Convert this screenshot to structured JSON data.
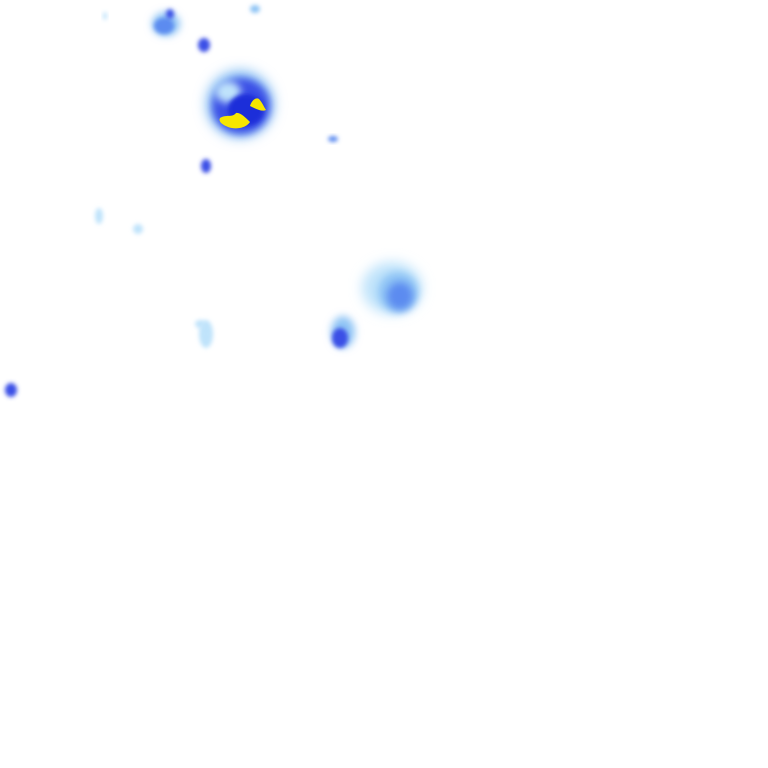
{
  "map": {
    "type": "precipitation-radar-overlay",
    "background": "#ffffff",
    "intensity_colors": {
      "very_light": "#bfe3fb",
      "light": "#8fc4f5",
      "moderate_light": "#5c8bf0",
      "moderate": "#3b4fe6",
      "heavy": "#1d2fd9",
      "very_heavy": "#f6e600"
    },
    "cells": [
      {
        "id": "cell-north-small",
        "intensity": "moderate"
      },
      {
        "id": "cell-dot-north",
        "intensity": "heavy"
      },
      {
        "id": "cell-main-storm",
        "intensity": "very_heavy"
      },
      {
        "id": "cell-center-east",
        "intensity": "moderate_light"
      },
      {
        "id": "cell-center-south",
        "intensity": "moderate"
      },
      {
        "id": "cell-west-edge",
        "intensity": "moderate"
      },
      {
        "id": "cell-west-light",
        "intensity": "very_light"
      },
      {
        "id": "cell-southwest-light",
        "intensity": "very_light"
      }
    ]
  }
}
